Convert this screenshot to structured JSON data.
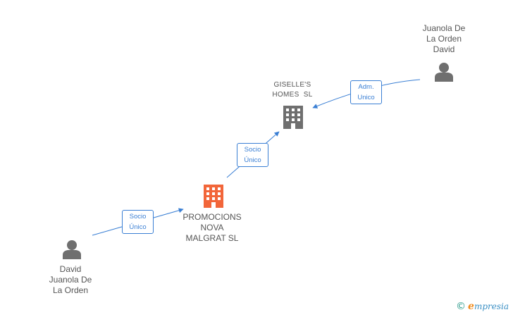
{
  "colors": {
    "edge": "#3a7fd4",
    "person_icon": "#6f6f6f",
    "company_icon": "#6f6f6f",
    "company_highlight": "#f2663a",
    "label_text": "#555555"
  },
  "nodes": {
    "person_juanola": {
      "lines": [
        "Juanola De",
        "La Orden",
        "David"
      ],
      "icon": "person-icon"
    },
    "giselles": {
      "lines": [
        "GISELLE'S",
        "HOMES  SL"
      ],
      "icon": "building-icon"
    },
    "promociones": {
      "lines": [
        "PROMOCIONS",
        "NOVA",
        "MALGRAT SL"
      ],
      "icon": "building-icon"
    },
    "person_david": {
      "lines": [
        "David",
        "Juanola De",
        "La Orden"
      ],
      "icon": "person-icon"
    }
  },
  "edges": {
    "adm_unico": {
      "lines": [
        "Adm.",
        "Unico"
      ]
    },
    "socio_unico_upper": {
      "lines": [
        "Socio",
        "Único"
      ]
    },
    "socio_unico_lower": {
      "lines": [
        "Socio",
        "Único"
      ]
    }
  },
  "watermark": {
    "copyright_symbol": "©",
    "brand_initial": "e",
    "brand_rest": "mpresia"
  }
}
